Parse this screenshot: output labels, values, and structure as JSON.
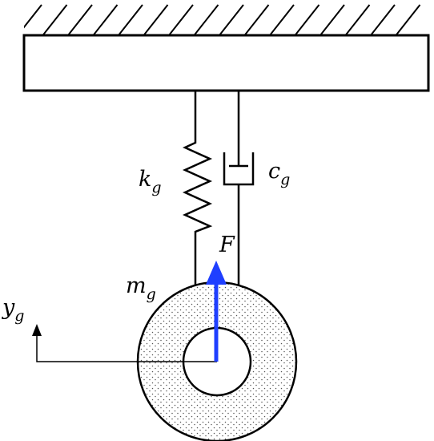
{
  "labels": {
    "spring": {
      "main": "k",
      "sub": "g"
    },
    "damper": {
      "main": "c",
      "sub": "g"
    },
    "force": {
      "main": "F"
    },
    "mass": {
      "main": "m",
      "sub": "g"
    },
    "axis": {
      "main": "y",
      "sub": "g"
    }
  },
  "colors": {
    "line": "#000000",
    "force_arrow": "#1f3fff",
    "fill": "#ffffff",
    "texture_dot": "#555555"
  }
}
